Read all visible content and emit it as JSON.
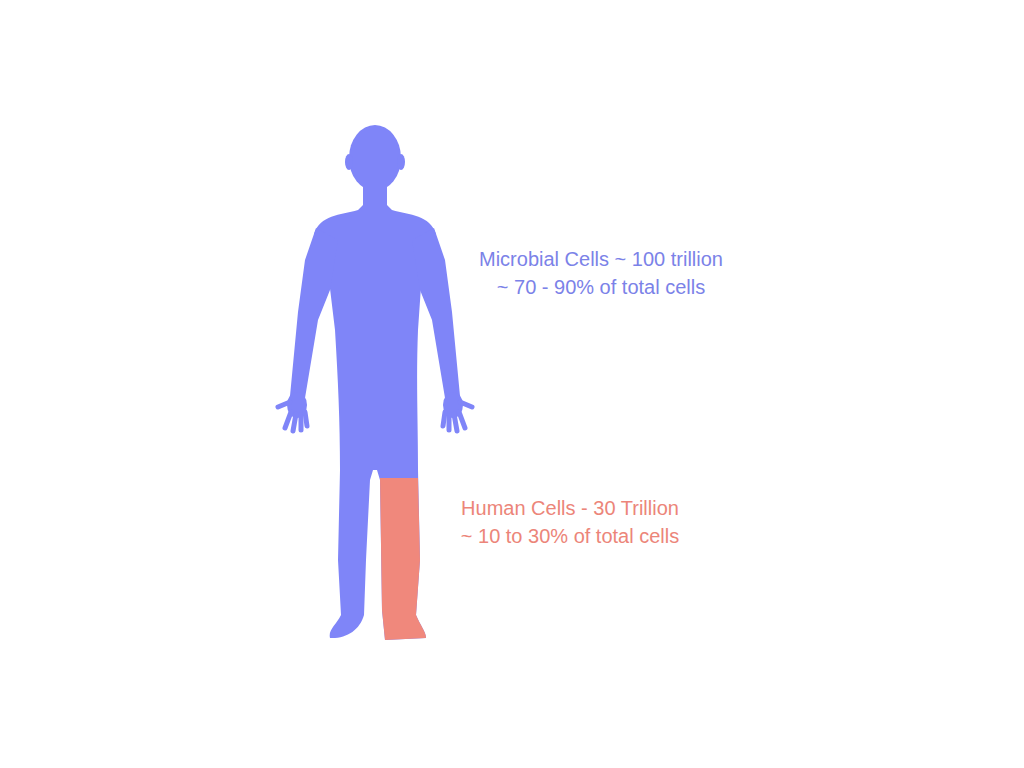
{
  "diagram": {
    "labels": [
      "Microbial Cells ~ 100 trillion",
      "~ 70 - 90% of total cells",
      "Human Cells - 30 Trillion",
      "~ 10 to 30% of total cells"
    ]
  }
}
